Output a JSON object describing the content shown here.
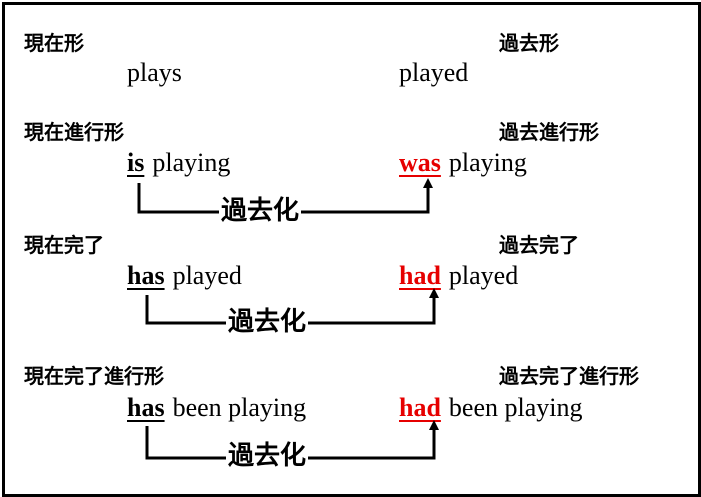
{
  "rows": [
    {
      "present_label": "現在形",
      "past_label": "過去形",
      "present_form": {
        "aux": "",
        "rest": "plays"
      },
      "past_form": {
        "aux": "",
        "rest": "played"
      }
    },
    {
      "present_label": "現在進行形",
      "past_label": "過去進行形",
      "present_form": {
        "aux": "is",
        "rest": "playing"
      },
      "past_form": {
        "aux": "was",
        "rest": "playing"
      },
      "arrow_label": "過去化"
    },
    {
      "present_label": "現在完了",
      "past_label": "過去完了",
      "present_form": {
        "aux": "has",
        "rest": "played"
      },
      "past_form": {
        "aux": "had",
        "rest": "played"
      },
      "arrow_label": "過去化"
    },
    {
      "present_label": "現在完了進行形",
      "past_label": "過去完了進行形",
      "present_form": {
        "aux": "has",
        "rest": "been playing"
      },
      "past_form": {
        "aux": "had",
        "rest": "been playing"
      },
      "arrow_label": "過去化"
    }
  ],
  "colors": {
    "changed_aux": "#e60000",
    "text": "#000000"
  }
}
